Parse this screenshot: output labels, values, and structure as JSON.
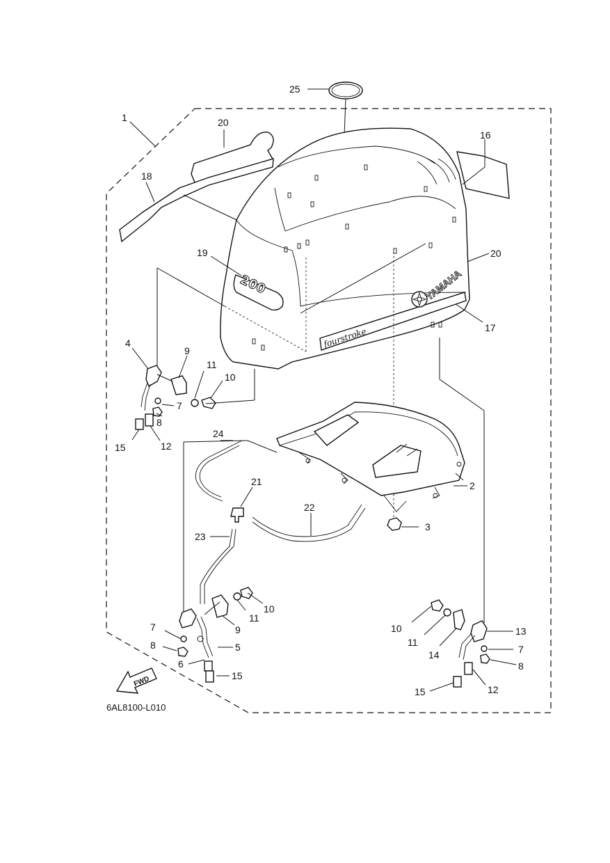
{
  "diagram": {
    "code": "6AL8100-L010",
    "fwd_label": "FWD",
    "cowling_badges": {
      "model": "200",
      "brand": "YAMAHA",
      "stripe": "fourstroke"
    },
    "callouts": [
      {
        "id": "c25",
        "text": "25"
      },
      {
        "id": "c1",
        "text": "1"
      },
      {
        "id": "c20a",
        "text": "20"
      },
      {
        "id": "c16",
        "text": "16"
      },
      {
        "id": "c18",
        "text": "18"
      },
      {
        "id": "c19",
        "text": "19"
      },
      {
        "id": "c20b",
        "text": "20"
      },
      {
        "id": "c17",
        "text": "17"
      },
      {
        "id": "c4",
        "text": "4"
      },
      {
        "id": "c9a",
        "text": "9"
      },
      {
        "id": "c11a",
        "text": "11"
      },
      {
        "id": "c10a",
        "text": "10"
      },
      {
        "id": "c7a",
        "text": "7"
      },
      {
        "id": "c8a",
        "text": "8"
      },
      {
        "id": "c15a",
        "text": "15"
      },
      {
        "id": "c12a",
        "text": "12"
      },
      {
        "id": "c24",
        "text": "24"
      },
      {
        "id": "c2",
        "text": "2"
      },
      {
        "id": "c21",
        "text": "21"
      },
      {
        "id": "c22",
        "text": "22"
      },
      {
        "id": "c3",
        "text": "3"
      },
      {
        "id": "c23",
        "text": "23"
      },
      {
        "id": "c10b",
        "text": "10"
      },
      {
        "id": "c11b",
        "text": "11"
      },
      {
        "id": "c9b",
        "text": "9"
      },
      {
        "id": "c7b",
        "text": "7"
      },
      {
        "id": "c8b",
        "text": "8"
      },
      {
        "id": "c5",
        "text": "5"
      },
      {
        "id": "c6",
        "text": "6"
      },
      {
        "id": "c15b",
        "text": "15"
      },
      {
        "id": "c10c",
        "text": "10"
      },
      {
        "id": "c11c",
        "text": "11"
      },
      {
        "id": "c14",
        "text": "14"
      },
      {
        "id": "c13",
        "text": "13"
      },
      {
        "id": "c7c",
        "text": "7"
      },
      {
        "id": "c8c",
        "text": "8"
      },
      {
        "id": "c15c",
        "text": "15"
      },
      {
        "id": "c12c",
        "text": "12"
      }
    ]
  }
}
